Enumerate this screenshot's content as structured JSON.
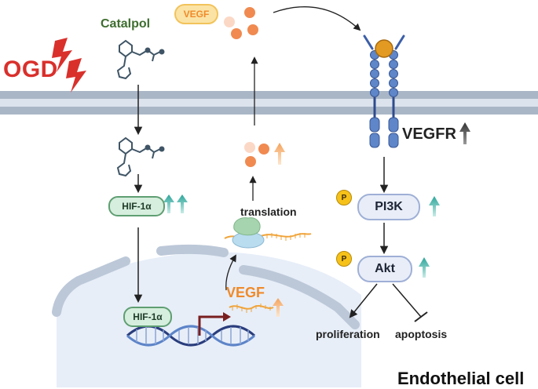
{
  "labels": {
    "ogd": "OGD",
    "catalpol": "Catalpol",
    "vegf_secreted": "VEGF",
    "vegfr": "VEGFR",
    "hif_cytoplasm": "HIF-1α",
    "hif_nucleus": "HIF-1α",
    "translation": "translation",
    "vegf_mrna": "VEGF",
    "pi3k": "PI3K",
    "akt": "Akt",
    "phospho_pi3k": "P",
    "phospho_akt": "P",
    "proliferation": "proliferation",
    "apoptosis": "apoptosis",
    "endothelial": "Endothelial cell"
  },
  "colors": {
    "membrane": "#a9b6c6",
    "nucleus": "#e7eef8",
    "up_arrow_teal": "#2ba59a",
    "up_arrow_orange": "#f5a25a",
    "lightning": "#d9302c",
    "dna_dark": "#2a3d7c",
    "dna_light": "#5d84c8"
  },
  "icons": {
    "lightning": "lightning-bolt-icon",
    "molecule": "catalpol-molecule-icon",
    "receptor": "vegf-receptor-icon",
    "ribosome": "ribosome-icon",
    "dna": "dna-helix-icon",
    "up": "up-arrow-icon"
  }
}
